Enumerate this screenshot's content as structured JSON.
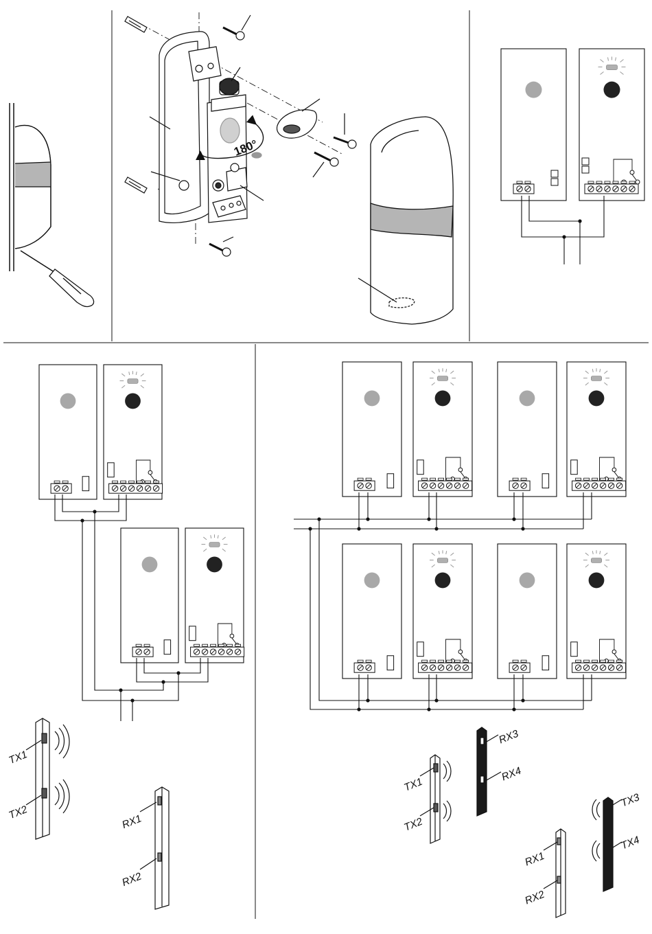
{
  "install": {
    "rotation_label": "180°"
  },
  "columns_a": {
    "tx1": "TX1",
    "tx2": "TX2",
    "rx1": "RX1",
    "rx2": "RX2"
  },
  "columns_b": {
    "tx1": "TX1",
    "tx2": "TX2",
    "rx1": "RX1",
    "rx2": "RX2",
    "rx3": "RX3",
    "rx4": "RX4",
    "tx3": "TX3",
    "tx4": "TX4"
  },
  "colors": {
    "line": "#1a1a1a",
    "tx_led": "#a8a8a8",
    "rx_led": "#222222",
    "band": "#b5b5b5"
  }
}
